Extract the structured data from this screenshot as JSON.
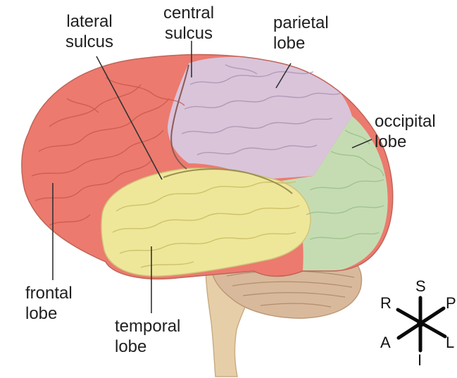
{
  "labels": {
    "lateral_sulcus": [
      "lateral",
      "sulcus"
    ],
    "central_sulcus": [
      "central",
      "sulcus"
    ],
    "parietal_lobe": [
      "parietal",
      "lobe"
    ],
    "occipital_lobe": [
      "occipital",
      "lobe"
    ],
    "frontal_lobe": [
      "frontal",
      "lobe"
    ],
    "temporal_lobe": [
      "temporal",
      "lobe"
    ]
  },
  "orientation": {
    "superior": "S",
    "inferior": "I",
    "anterior": "A",
    "posterior": "P",
    "right": "R",
    "left": "L"
  },
  "colors": {
    "frontal": "#ec7a6e",
    "parietal": "#d9c4da",
    "occipital": "#c5dcb3",
    "temporal": "#eee79a",
    "cerebellum": "#d9b99b",
    "brainstem": "#e6cfa8",
    "leader": "#333333"
  }
}
